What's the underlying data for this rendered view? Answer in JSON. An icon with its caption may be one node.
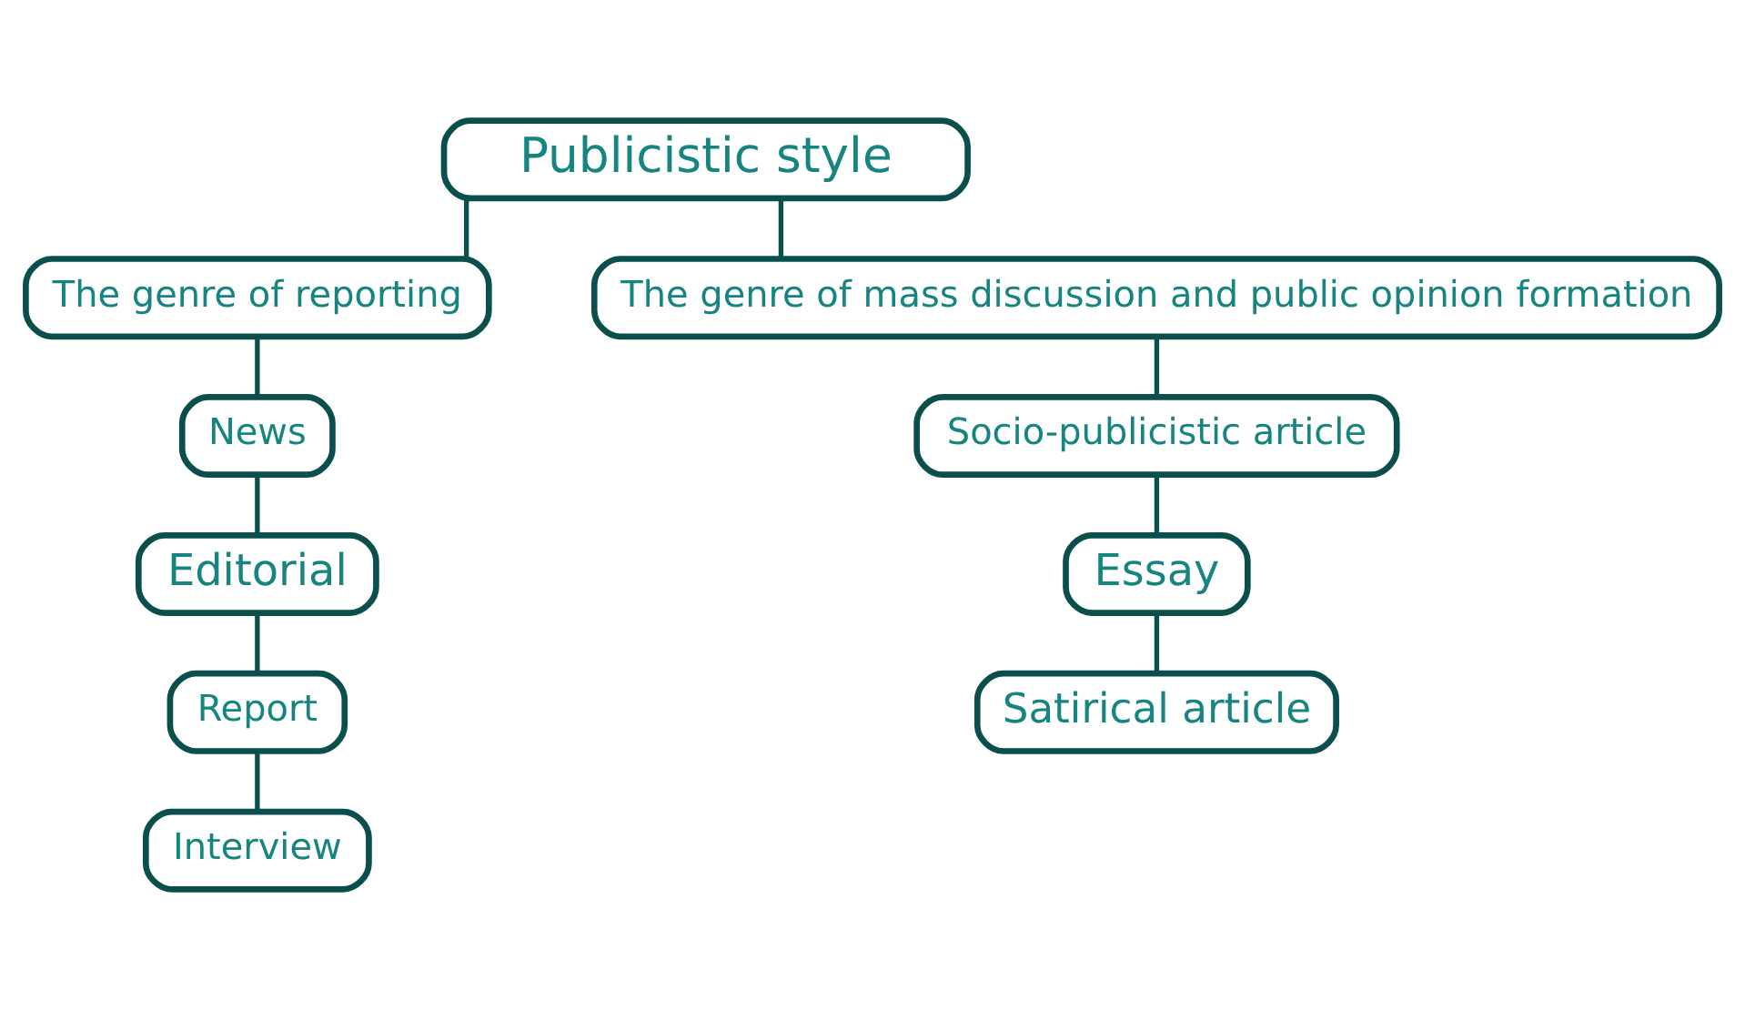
{
  "diagram": {
    "nodes": [
      {
        "text": [
          "Publicistic style"
        ]
      },
      {
        "text": [
          "The genre of reporting"
        ]
      },
      {
        "text": [
          "The genre of mass discussion and public opinion formation"
        ]
      },
      {
        "text": [
          "News"
        ]
      },
      {
        "text": [
          "Editorial"
        ]
      },
      {
        "text": [
          "Report"
        ]
      },
      {
        "text": [
          "Interview"
        ]
      },
      {
        "text": [
          "Socio-publicistic article"
        ]
      },
      {
        "text": [
          "Essay"
        ]
      },
      {
        "text": [
          "Satirical article"
        ]
      }
    ],
    "edges": [
      {
        "from": 0,
        "to": 1,
        "arrow": "none"
      },
      {
        "from": 0,
        "to": 2,
        "arrow": "none"
      },
      {
        "from": 1,
        "to": 3,
        "arrow": "none"
      },
      {
        "from": 3,
        "to": 4,
        "arrow": "none"
      },
      {
        "from": 4,
        "to": 5,
        "arrow": "none"
      },
      {
        "from": 5,
        "to": 6,
        "arrow": "none"
      },
      {
        "from": 2,
        "to": 7,
        "arrow": "none"
      },
      {
        "from": 7,
        "to": 8,
        "arrow": "none"
      },
      {
        "from": 8,
        "to": 9,
        "arrow": "none"
      }
    ]
  }
}
